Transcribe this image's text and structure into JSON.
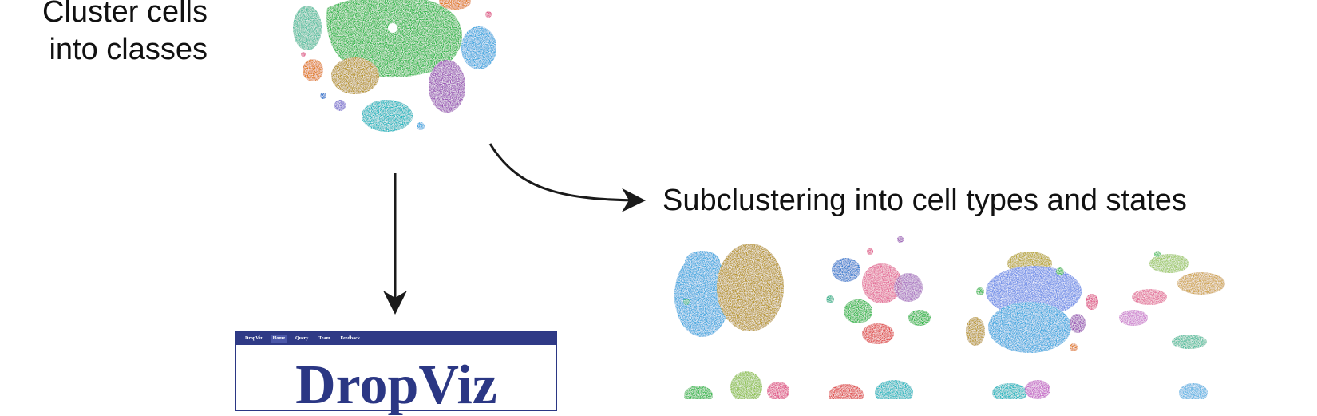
{
  "labels": {
    "cluster_line1": "Cluster cells",
    "cluster_line2": "into classes",
    "subclustering": "Subclustering into cell types and states"
  },
  "dropviz": {
    "brand": "DropViz",
    "nav": [
      "Home",
      "Query",
      "Team",
      "Feedback"
    ],
    "title": "DropViz"
  },
  "colors": {
    "green": "#2db84a",
    "teal": "#1fb7c0",
    "olive": "#b8962a",
    "purple": "#9b59b6",
    "blue": "#3fa8e0",
    "orange": "#e07b1c",
    "navy": "#2b3784"
  }
}
